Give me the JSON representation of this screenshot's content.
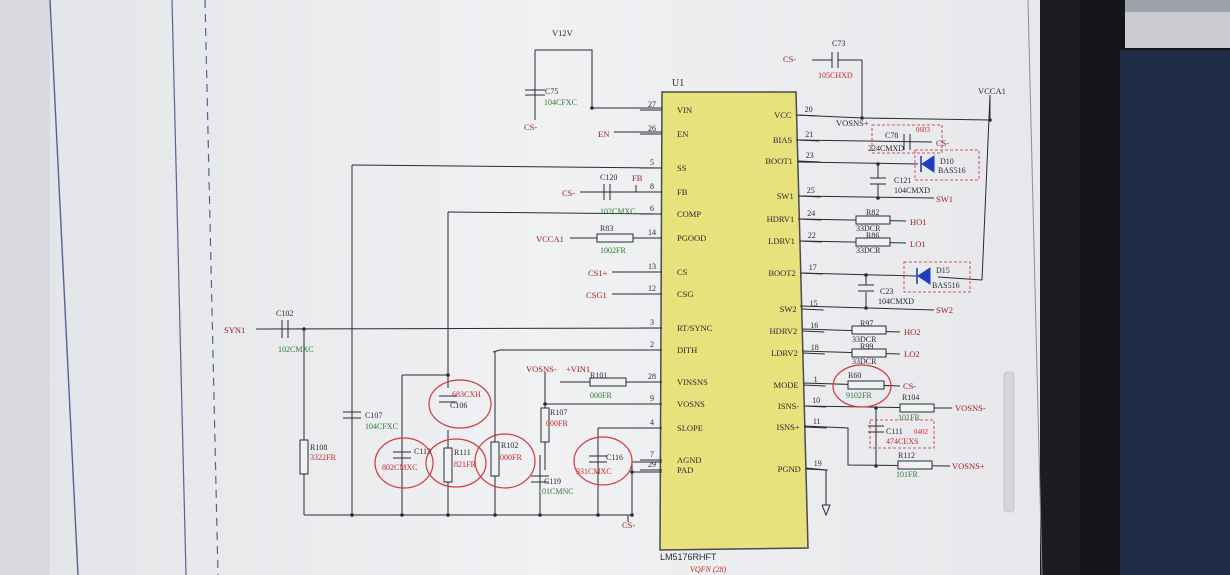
{
  "colors": {
    "sheet": "#edeef0",
    "wire": "#2a2a33",
    "chip_fill": "#e6e27a",
    "chip_border": "#4a4a52",
    "value_green": "#2f7a2f",
    "value_red": "#c8282c",
    "net_red": "#9b1c1c",
    "diode_blue": "#1d3fbf",
    "mark_red": "#d23a3a",
    "monitor_frame": "#121418",
    "desktop": "#1c2a45"
  },
  "ic": {
    "ref": "U1",
    "part": "LM5176RHFT",
    "package": "VQFN (28)",
    "left_pins": [
      {
        "num": "27",
        "name": "VIN"
      },
      {
        "num": "26",
        "name": "EN"
      },
      {
        "num": "5",
        "name": "SS"
      },
      {
        "num": "8",
        "name": "FB"
      },
      {
        "num": "6",
        "name": "COMP"
      },
      {
        "num": "14",
        "name": "PGOOD"
      },
      {
        "num": "13",
        "name": "CS"
      },
      {
        "num": "12",
        "name": "CSG"
      },
      {
        "num": "3",
        "name": "RT/SYNC"
      },
      {
        "num": "2",
        "name": "DITH"
      },
      {
        "num": "28",
        "name": "VINSNS"
      },
      {
        "num": "9",
        "name": "VOSNS"
      },
      {
        "num": "4",
        "name": "SLOPE"
      },
      {
        "num": "7",
        "name": "AGND"
      },
      {
        "num": "29",
        "name": "PAD"
      }
    ],
    "right_pins": [
      {
        "num": "20",
        "name": "VCC"
      },
      {
        "num": "21",
        "name": "BIAS"
      },
      {
        "num": "23",
        "name": "BOOT1"
      },
      {
        "num": "25",
        "name": "SW1"
      },
      {
        "num": "24",
        "name": "HDRV1"
      },
      {
        "num": "22",
        "name": "LDRV1"
      },
      {
        "num": "17",
        "name": "BOOT2"
      },
      {
        "num": "15",
        "name": "SW2"
      },
      {
        "num": "16",
        "name": "HDRV2"
      },
      {
        "num": "18",
        "name": "LDRV2"
      },
      {
        "num": "1",
        "name": "MODE"
      },
      {
        "num": "10",
        "name": "ISNS-"
      },
      {
        "num": "11",
        "name": "ISNS+"
      },
      {
        "num": "19",
        "name": "PGND"
      }
    ]
  },
  "nets": {
    "v12v": "V12V",
    "vcca1_top": "VCCA1",
    "cs_top": "CS-",
    "vosns_plus_top": "VOSNS+",
    "en": "EN",
    "cs_c120": "CS-",
    "fb": "FB",
    "vcca1_left": "VCCA1",
    "cs1": "CS1+",
    "csg1": "CSG1",
    "syn1": "SYN1",
    "vosns_minus": "VOSNS-",
    "vin1": "+VIN1",
    "cs_c75": "CS-",
    "cs_c78": "CS-",
    "sw1": "SW1",
    "ho1": "HO1",
    "lo1": "LO1",
    "sw2": "SW2",
    "ho2": "HO2",
    "lo2": "LO2",
    "cs_mode": "CS-",
    "vosns_minus_right": "VOSNS-",
    "vosns_plus_right": "VOSNS+",
    "cs_bottom": "CS-"
  },
  "components": {
    "c73": {
      "ref": "C73",
      "value": "105CHXD"
    },
    "c75": {
      "ref": "C75",
      "value": "104CFXC"
    },
    "c78": {
      "ref": "C78",
      "value": "224CMXD",
      "note": "0603"
    },
    "d10": {
      "ref": "D10",
      "value": "BAS516"
    },
    "c121": {
      "ref": "C121",
      "value": "104CMXD"
    },
    "c120": {
      "ref": "C120",
      "value": "102CMXC"
    },
    "r83": {
      "ref": "R83",
      "value": "1002FR"
    },
    "r82": {
      "ref": "R82",
      "value": "33DCR"
    },
    "r86": {
      "ref": "R86",
      "value": "33DCR"
    },
    "d15": {
      "ref": "D15",
      "value": "BAS516"
    },
    "c23": {
      "ref": "C23",
      "value": "104CMXD"
    },
    "c102": {
      "ref": "C102",
      "value": "102CMXC"
    },
    "r97": {
      "ref": "R97",
      "value": "33DCR"
    },
    "r99": {
      "ref": "R99",
      "value": "33DCR"
    },
    "r101": {
      "ref": "R101",
      "value": "000FR"
    },
    "r60": {
      "ref": "R60",
      "value": "9102FR"
    },
    "r104": {
      "ref": "R104",
      "value": "101FR"
    },
    "c111": {
      "ref": "C111",
      "value": "474CEXS",
      "note": "0402"
    },
    "r112": {
      "ref": "R112",
      "value": "101FR"
    },
    "c106": {
      "ref": "C106",
      "value": "683CXH"
    },
    "c107": {
      "ref": "C107",
      "value": "104CFXC"
    },
    "r107": {
      "ref": "R107",
      "value": "000FR"
    },
    "r108": {
      "ref": "R108",
      "value": "3322FR"
    },
    "c113": {
      "ref": "C113",
      "value": "802CMXC"
    },
    "r111": {
      "ref": "R111",
      "value": "821FR"
    },
    "r102": {
      "ref": "R102",
      "value": "000FR"
    },
    "c119": {
      "ref": "C119",
      "value": "101CMNC"
    },
    "c116": {
      "ref": "C116",
      "value": "331CMXC"
    }
  }
}
